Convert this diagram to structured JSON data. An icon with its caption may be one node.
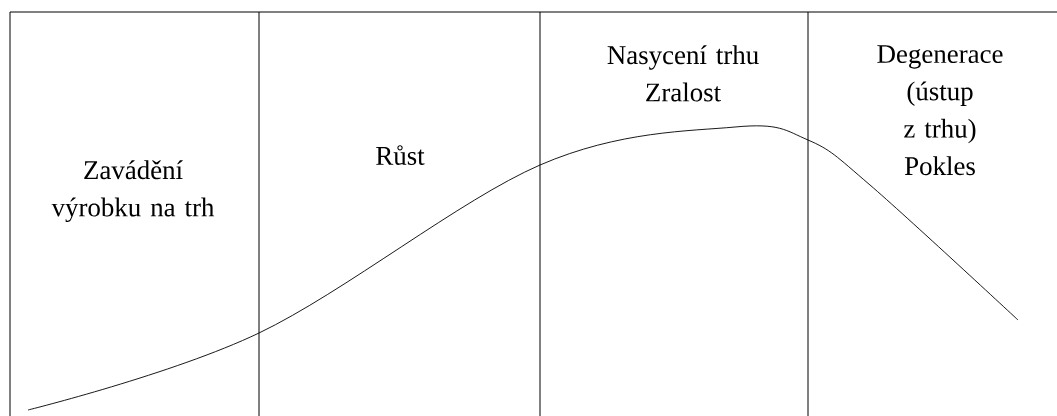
{
  "diagram": {
    "nodes": [
      {
        "text": [
          "Zavádění výrobku na trh"
        ]
      },
      {
        "text": [
          "Růst"
        ]
      },
      {
        "text": [
          "Nasycení trhu",
          "Zralost"
        ]
      },
      {
        "text": [
          "Degenerace (ústup z trhu)",
          "Pokles"
        ]
      }
    ]
  }
}
